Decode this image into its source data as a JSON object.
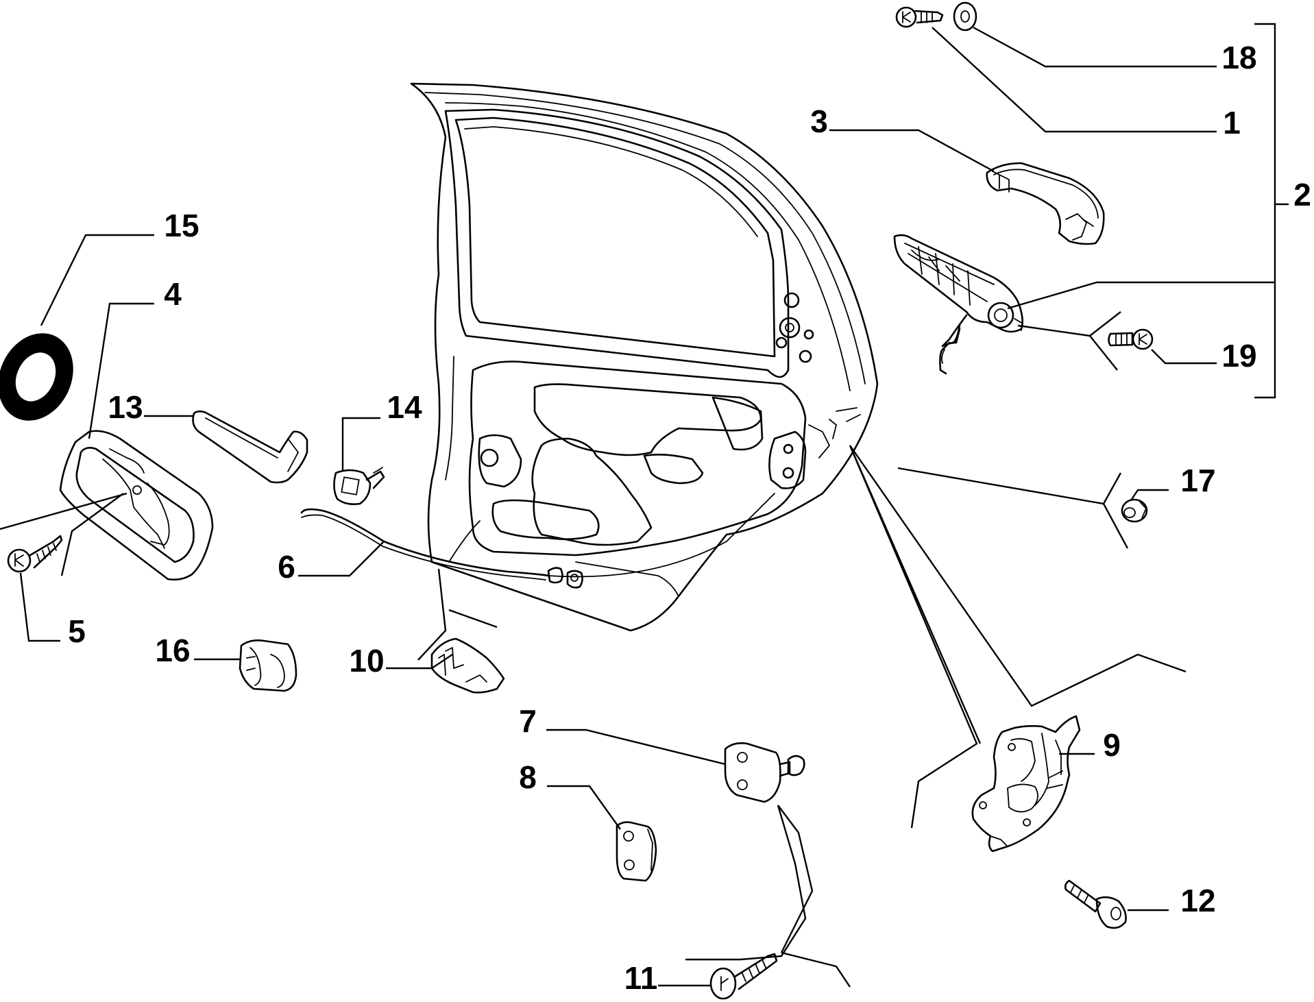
{
  "labels": {
    "p1": "1",
    "p2": "2",
    "p3": "3",
    "p4": "4",
    "p5": "5",
    "p6": "6",
    "p7": "7",
    "p8": "8",
    "p9": "9",
    "p10": "10",
    "p11": "11",
    "p12": "12",
    "p13": "13",
    "p14": "14",
    "p15": "15",
    "p16": "16",
    "p17": "17",
    "p18": "18",
    "p19": "19"
  }
}
